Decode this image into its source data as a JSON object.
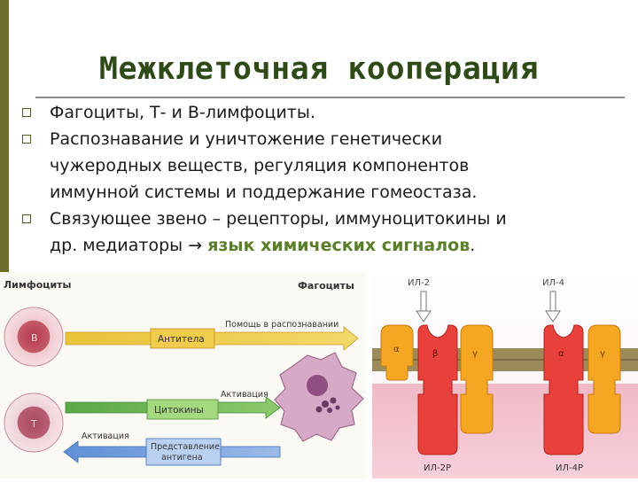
{
  "title": "Межклеточная кооперация",
  "bullets": [
    {
      "text": "Фагоциты, Т- и В-лимфоциты."
    },
    {
      "lines": [
        "Распознавание и уничтожение генетически",
        "чужеродных веществ, регуляция компонентов",
        "иммунной системы и поддержание гомеостаза."
      ]
    },
    {
      "line1": "Связующее звено – рецепторы, иммуноцитокины и",
      "line2_prefix": "др. медиаторы → ",
      "line2_highlight": "язык химических сигналов",
      "line2_suffix": "."
    }
  ],
  "figure_left": {
    "heading_left": "Лимфоциты",
    "heading_right": "Фагоциты",
    "cell_b": "В",
    "cell_t": "Т",
    "box_antibodies": "Антитела",
    "box_cytokines": "Цитокины",
    "box_presentation_line1": "Представление",
    "box_presentation_line2": "антигена",
    "label_help": "Помощь в распознавании",
    "label_activation_right": "Активация",
    "label_activation_left": "Активация"
  },
  "figure_right": {
    "il2": "ИЛ-2",
    "il4": "ИЛ-4",
    "il2r": "ИЛ-2Р",
    "il4r": "ИЛ-4Р",
    "alpha": "α",
    "beta": "β",
    "gamma": "γ"
  }
}
